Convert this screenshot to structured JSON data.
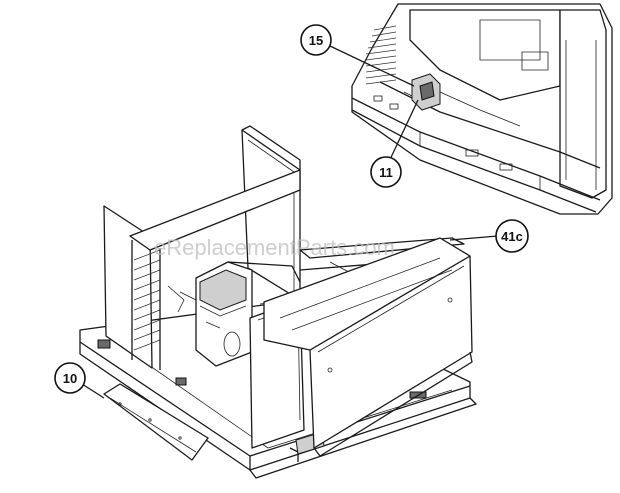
{
  "diagram": {
    "watermark": "eReplacementParts.com",
    "callouts": [
      {
        "id": "callout-15",
        "label": "15"
      },
      {
        "id": "callout-11",
        "label": "11"
      },
      {
        "id": "callout-41c",
        "label": "41c"
      },
      {
        "id": "callout-10",
        "label": "10"
      }
    ]
  }
}
